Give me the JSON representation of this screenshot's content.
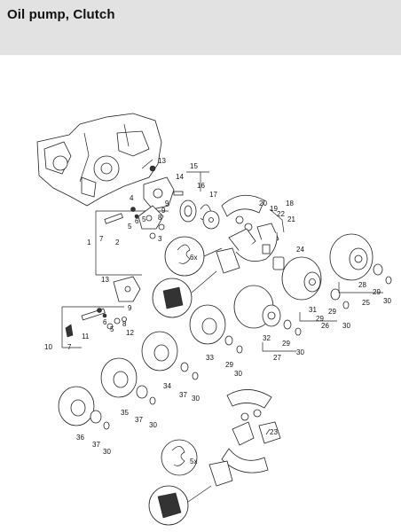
{
  "header": {
    "title": "Oil pump, Clutch"
  },
  "callouts": [
    {
      "id": "c1",
      "text": "1"
    },
    {
      "id": "c2",
      "text": "2"
    },
    {
      "id": "c3",
      "text": "3"
    },
    {
      "id": "c4",
      "text": "4"
    },
    {
      "id": "c5a",
      "text": "5"
    },
    {
      "id": "c5b",
      "text": "5"
    },
    {
      "id": "c6a",
      "text": "6"
    },
    {
      "id": "c7a",
      "text": "7"
    },
    {
      "id": "c8a",
      "text": "8"
    },
    {
      "id": "c9a",
      "text": "9"
    },
    {
      "id": "c10",
      "text": "10"
    },
    {
      "id": "c11",
      "text": "11"
    },
    {
      "id": "c12",
      "text": "12"
    },
    {
      "id": "c13a",
      "text": "13"
    },
    {
      "id": "c13b",
      "text": "13"
    },
    {
      "id": "c14",
      "text": "14"
    },
    {
      "id": "c15",
      "text": "15"
    },
    {
      "id": "c16",
      "text": "16"
    },
    {
      "id": "c17",
      "text": "17"
    },
    {
      "id": "c18",
      "text": "18"
    },
    {
      "id": "c19",
      "text": "19"
    },
    {
      "id": "c20",
      "text": "20"
    },
    {
      "id": "c21",
      "text": "21"
    },
    {
      "id": "c22",
      "text": "22"
    },
    {
      "id": "c23",
      "text": "23"
    },
    {
      "id": "c24",
      "text": "24"
    },
    {
      "id": "c25",
      "text": "25"
    },
    {
      "id": "c26",
      "text": "26"
    },
    {
      "id": "c27",
      "text": "27"
    },
    {
      "id": "c28",
      "text": "28"
    },
    {
      "id": "c29a",
      "text": "29"
    },
    {
      "id": "c29b",
      "text": "29"
    },
    {
      "id": "c29c",
      "text": "29"
    },
    {
      "id": "c29d",
      "text": "29"
    },
    {
      "id": "c29e",
      "text": "29"
    },
    {
      "id": "c30a",
      "text": "30"
    },
    {
      "id": "c30b",
      "text": "30"
    },
    {
      "id": "c30c",
      "text": "30"
    },
    {
      "id": "c30d",
      "text": "30"
    },
    {
      "id": "c30e",
      "text": "30"
    },
    {
      "id": "c30f",
      "text": "30"
    },
    {
      "id": "c30g",
      "text": "30"
    },
    {
      "id": "c31",
      "text": "31"
    },
    {
      "id": "c32",
      "text": "32"
    },
    {
      "id": "c33",
      "text": "33"
    },
    {
      "id": "c34",
      "text": "34"
    },
    {
      "id": "c35",
      "text": "35"
    },
    {
      "id": "c36",
      "text": "36"
    },
    {
      "id": "c37a",
      "text": "37"
    },
    {
      "id": "c37b",
      "text": "37"
    },
    {
      "id": "c37c",
      "text": "37"
    },
    {
      "id": "c6b",
      "text": "6"
    },
    {
      "id": "c5c",
      "text": "5"
    },
    {
      "id": "c7b",
      "text": "7"
    },
    {
      "id": "c8b",
      "text": "8"
    },
    {
      "id": "c9b",
      "text": "9"
    },
    {
      "id": "c9c",
      "text": "9"
    }
  ],
  "quantity_notes": [
    {
      "id": "q1",
      "text": "6x"
    },
    {
      "id": "q2",
      "text": "5x"
    }
  ]
}
